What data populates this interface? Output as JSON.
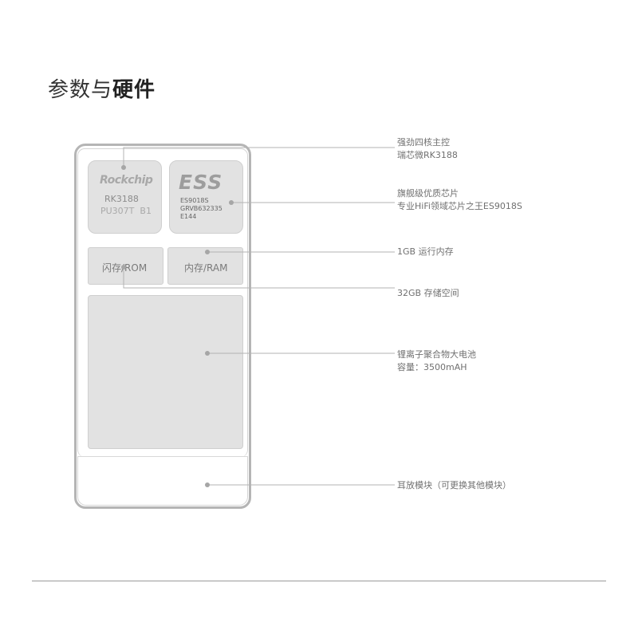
{
  "title": {
    "light": "参数与",
    "bold": "硬件"
  },
  "chips": {
    "rockchip": {
      "logo": "Rockchip",
      "model": "RK3188",
      "code": "PU307T  B1"
    },
    "ess": {
      "logo": "ESS",
      "line1": "ES9018S",
      "line2": "GRVB632335",
      "line3": "E144"
    },
    "rom": {
      "label": "闪存/ROM"
    },
    "ram": {
      "label": "内存/RAM"
    }
  },
  "annotations": {
    "cpu": {
      "line1": "强劲四核主控",
      "line2": "瑞芯微RK3188"
    },
    "dac": {
      "line1": "旗舰级优质芯片",
      "line2": "专业HiFi领域芯片之王ES9018S"
    },
    "ram": {
      "line1": "1GB 运行内存"
    },
    "rom": {
      "line1": "32GB 存储空间"
    },
    "battery": {
      "line1": "锂离子聚合物大电池",
      "line2": "容量：3500mAH"
    },
    "amp": {
      "line1": "耳放模块（可更换其他模块）"
    }
  },
  "colors": {
    "chip_fill": "#e2e2e2",
    "leader_line": "#b3b3b3",
    "device_outline": "#b5b5b5"
  }
}
